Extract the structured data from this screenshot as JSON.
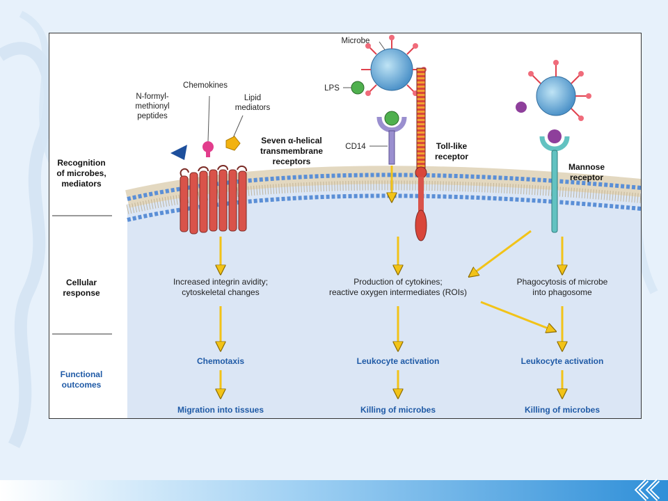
{
  "figure": {
    "row_labels": {
      "recognition": [
        "Recognition",
        "of microbes,",
        "mediators"
      ],
      "cellular": [
        "Cellular",
        "response"
      ],
      "functional": [
        "Functional",
        "outcomes"
      ]
    },
    "ligands": {
      "nformyl": [
        "N-formyl-",
        "methionyl",
        "peptides"
      ],
      "chemokines": "Chemokines",
      "lipid": [
        "Lipid",
        "mediators"
      ]
    },
    "microbe_label": "Microbe",
    "lps_label": "LPS",
    "cd14_label": "CD14",
    "receptors": {
      "seven_helix": [
        "Seven α-helical",
        "transmembrane",
        "receptors"
      ],
      "toll_like": [
        "Toll-like",
        "receptor"
      ],
      "mannose": [
        "Mannose",
        "receptor"
      ]
    },
    "columns": [
      {
        "response": [
          "Increased integrin avidity;",
          "cytoskeletal changes"
        ],
        "outcome": "Chemotaxis",
        "final": "Migration into tissues"
      },
      {
        "response": [
          "Production of cytokines;",
          "reactive oxygen intermediates (ROIs)"
        ],
        "outcome": "Leukocyte activation",
        "final": "Killing of microbes"
      },
      {
        "response": [
          "Phagocytosis of microbe",
          "into phagosome"
        ],
        "outcome": "Leukocyte activation",
        "final": "Killing of microbes"
      }
    ],
    "colors": {
      "arrow": "#f2c318",
      "helix": "#d9534a",
      "outcome_blue": "#1f5aa6",
      "membrane_head": "#5b8fd6",
      "cytoplasm": "#dbe6f5"
    }
  }
}
